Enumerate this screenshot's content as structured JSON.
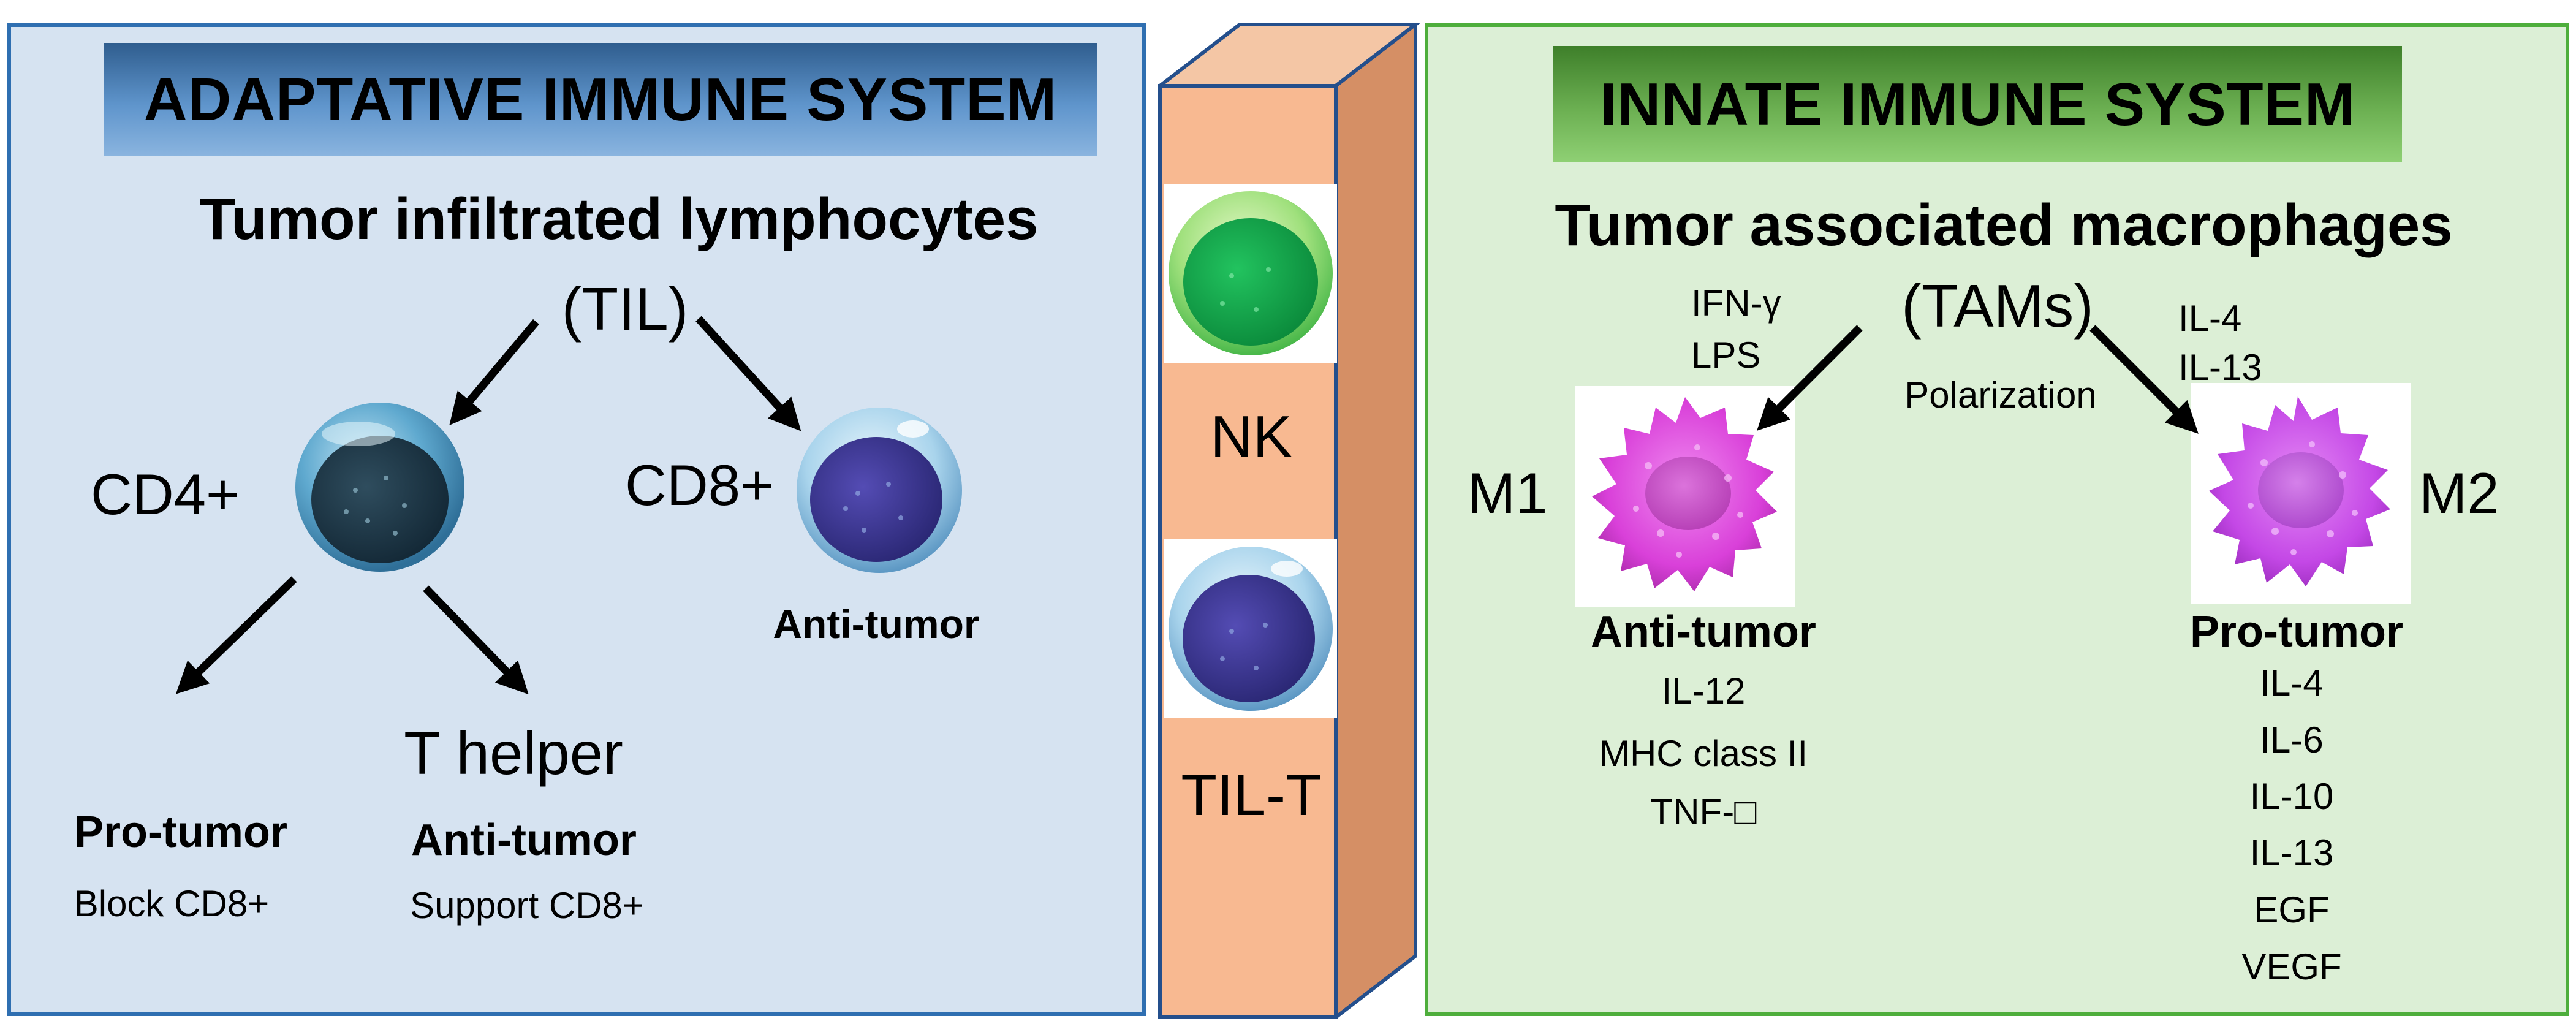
{
  "colors": {
    "left_panel_bg": "#d6e3f1",
    "left_panel_border": "#2f6fb1",
    "right_panel_bg": "#dcefd6",
    "right_panel_border": "#4eae3c",
    "column_front": "#f8b991",
    "column_side": "#d58f65",
    "nk_cell": "#18a84a",
    "t_cell": "#3d3a8e",
    "macrophage": "#d945d9"
  },
  "adaptive": {
    "banner": "ADAPTATIVE IMMUNE SYSTEM",
    "heading": "Tumor infiltrated lymphocytes",
    "abbrev": "(TIL)",
    "cd4_label": "CD4+",
    "cd8_label": "CD8+",
    "cd8_role": "Anti-tumor",
    "t_helper_label": "T helper",
    "pro_tumor": "Pro-tumor",
    "block_cd8": "Block CD8+",
    "anti_tumor": "Anti-tumor",
    "support_cd8": "Support CD8+"
  },
  "column": {
    "nk_label": "NK",
    "til_t_label": "TIL-T"
  },
  "innate": {
    "banner": "INNATE IMMUNE SYSTEM",
    "heading": "Tumor associated macrophages",
    "abbrev": "(TAMs)",
    "ifn": "IFN-γ",
    "lps": "LPS",
    "polarization": "Polarization",
    "il4_top": "IL-4",
    "il13_top": "IL-13",
    "m1_label": "M1",
    "m2_label": "M2",
    "m1_role": "Anti-tumor",
    "m1_markers": [
      "IL-12",
      "MHC class II",
      "TNF-□"
    ],
    "m2_role": "Pro-tumor",
    "m2_markers": [
      "IL-4",
      "IL-6",
      "IL-10",
      "IL-13",
      "EGF",
      "VEGF"
    ]
  }
}
